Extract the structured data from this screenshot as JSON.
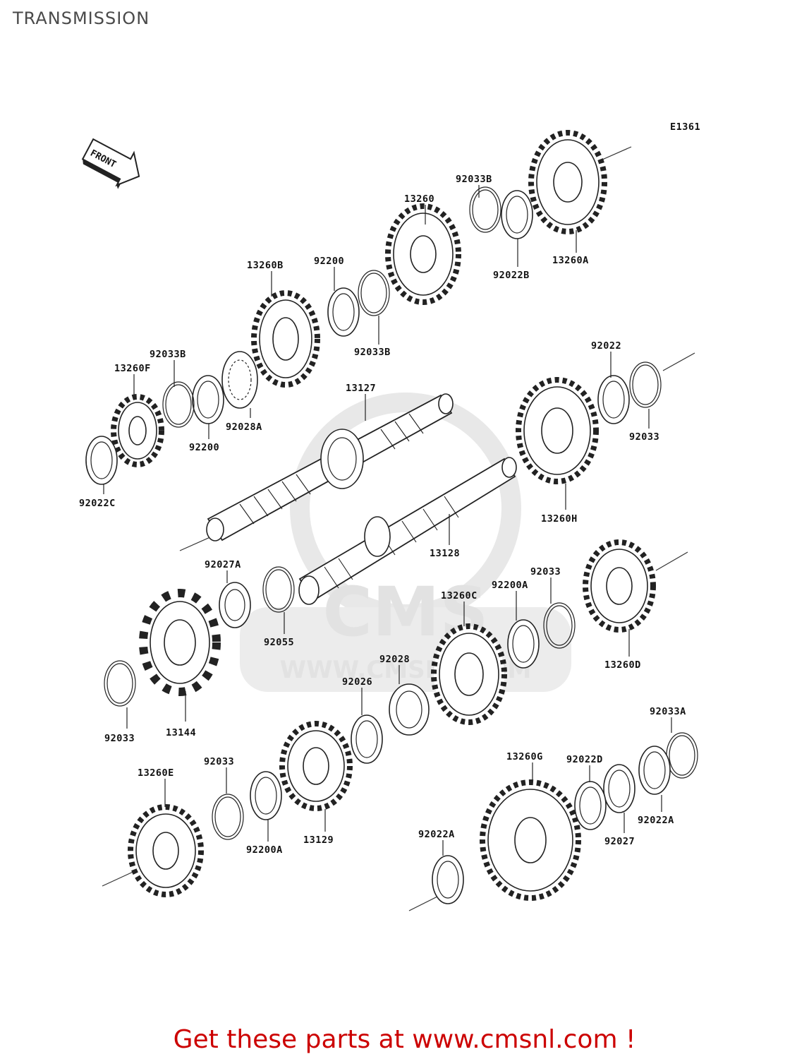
{
  "page": {
    "title": "TRANSMISSION",
    "footer": "Get these parts at www.cmsnl.com !"
  },
  "diagram": {
    "ref_code": "E1361",
    "front_label": "FRONT",
    "watermark": {
      "brand": "CMS",
      "url": "WWW.CMSNL.COM"
    },
    "parts": [
      {
        "key": "p92033B_top",
        "number": "92033B"
      },
      {
        "key": "p13260",
        "number": "13260"
      },
      {
        "key": "p92022B",
        "number": "92022B"
      },
      {
        "key": "p13260A",
        "number": "13260A"
      },
      {
        "key": "p13260B",
        "number": "13260B"
      },
      {
        "key": "p92200_top",
        "number": "92200"
      },
      {
        "key": "p92033B_mid",
        "number": "92033B"
      },
      {
        "key": "p92033B_left",
        "number": "92033B"
      },
      {
        "key": "p13260F",
        "number": "13260F"
      },
      {
        "key": "p92028A",
        "number": "92028A"
      },
      {
        "key": "p92200_left",
        "number": "92200"
      },
      {
        "key": "p92022C",
        "number": "92022C"
      },
      {
        "key": "p13127",
        "number": "13127"
      },
      {
        "key": "p92022",
        "number": "92022"
      },
      {
        "key": "p92033_right",
        "number": "92033"
      },
      {
        "key": "p13260H",
        "number": "13260H"
      },
      {
        "key": "p13128",
        "number": "13128"
      },
      {
        "key": "p92027A",
        "number": "92027A"
      },
      {
        "key": "p92055",
        "number": "92055"
      },
      {
        "key": "p92033_mid",
        "number": "92033"
      },
      {
        "key": "p92200A_mid",
        "number": "92200A"
      },
      {
        "key": "p13260C",
        "number": "13260C"
      },
      {
        "key": "p13260D",
        "number": "13260D"
      },
      {
        "key": "p92028",
        "number": "92028"
      },
      {
        "key": "p92026",
        "number": "92026"
      },
      {
        "key": "p92033_left",
        "number": "92033"
      },
      {
        "key": "p13144",
        "number": "13144"
      },
      {
        "key": "p92033A",
        "number": "92033A"
      },
      {
        "key": "p13260G",
        "number": "13260G"
      },
      {
        "key": "p92022D",
        "number": "92022D"
      },
      {
        "key": "p13260E",
        "number": "13260E"
      },
      {
        "key": "p92033_low",
        "number": "92033"
      },
      {
        "key": "p92200A_low",
        "number": "92200A"
      },
      {
        "key": "p13129",
        "number": "13129"
      },
      {
        "key": "p92027",
        "number": "92027"
      },
      {
        "key": "p92022A_right",
        "number": "92022A"
      },
      {
        "key": "p92022A_low",
        "number": "92022A"
      }
    ]
  }
}
